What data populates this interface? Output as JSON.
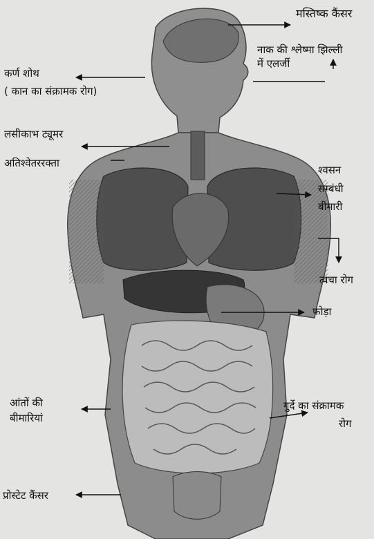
{
  "labels": {
    "brain_cancer": "मस्तिष्क कैंसर",
    "nasal_allergy_line1": "नाक की श्लेष्मा झिल्ली",
    "nasal_allergy_line2": "में एलर्जी",
    "ear_inflammation": "कर्ण शोथ",
    "ear_infection": "( कान का संक्रामक रोग)",
    "lymphoma": "लसीकाभ ट्यूमर",
    "leukemia": "अतिश्वेतररक्ता",
    "respiratory_line1": "श्वसन",
    "respiratory_line2": "सम्बंधी",
    "respiratory_line3": "बीमारी",
    "skin_disease": "त्वचा रोग",
    "abscess": "फोड़ा",
    "intestinal_line1": "आंतों की",
    "intestinal_line2": "बीमारियां",
    "kidney_line1": "गुर्दे का संक्रामक",
    "kidney_line2": "रोग",
    "prostate_cancer": "प्रोस्टेट कैंसर"
  },
  "colors": {
    "paper": "#e4e4e2",
    "ink": "#111111",
    "body_fill": "#8c8c8c",
    "organ_dark": "#3f3f3f",
    "organ_mid": "#6e6e6e",
    "organ_light": "#bdbdbd"
  }
}
